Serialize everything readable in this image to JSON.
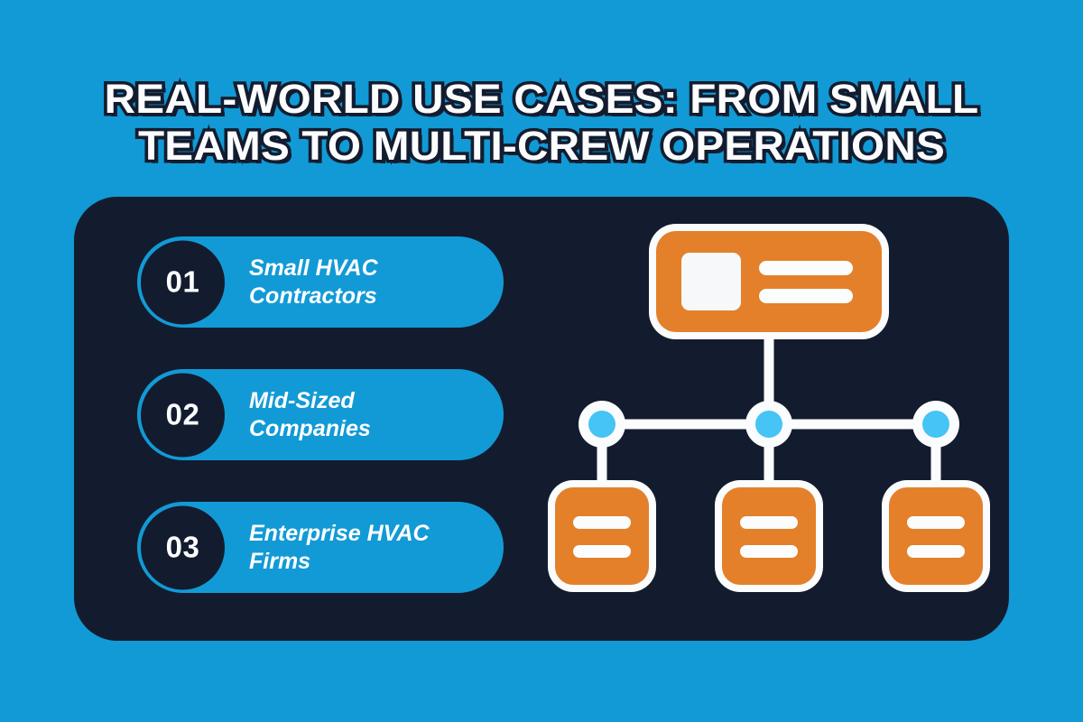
{
  "theme": {
    "background": "#119AD6",
    "panel": "#131C2E",
    "accent_blue": "#129AD6",
    "accent_cyan": "#45C4F5",
    "accent_orange": "#E4802A",
    "white": "#FBFCFE"
  },
  "title": {
    "line1": "REAL-WORLD USE CASES: FROM SMALL",
    "line2": "TEAMS TO MULTI-CREW OPERATIONS"
  },
  "list": {
    "items": [
      {
        "number": "01",
        "label": "Small HVAC Contractors"
      },
      {
        "number": "02",
        "label": "Mid-Sized Companies"
      },
      {
        "number": "03",
        "label": "Enterprise HVAC Firms"
      }
    ]
  },
  "diagram": {
    "name": "organization-hierarchy-diagram",
    "root_node": "top-level-card",
    "connector_nodes": 3,
    "child_nodes": 3
  }
}
